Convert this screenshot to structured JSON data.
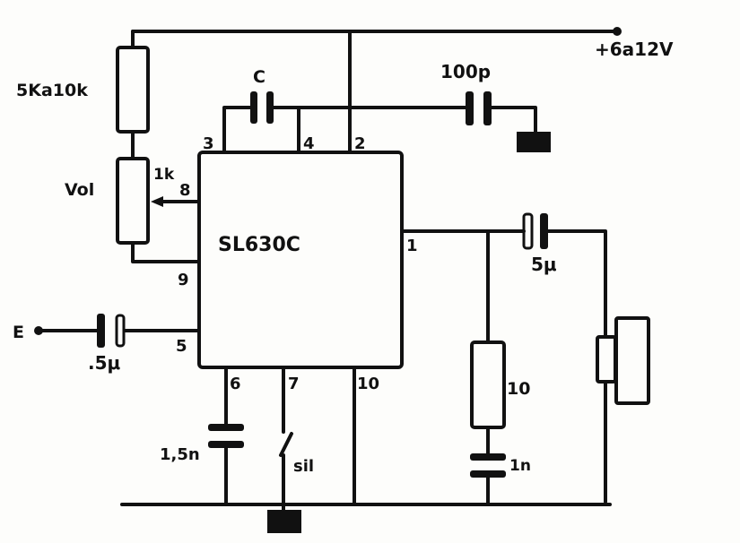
{
  "diagram": {
    "type": "circuit-schematic",
    "ic": {
      "name": "SL630C"
    },
    "supply_label": "+6a12V",
    "input_label": "E",
    "components": {
      "r_top": {
        "value": "5Ka10k"
      },
      "pot": {
        "name": "Vol",
        "value": "1k"
      },
      "cap_c": {
        "value": "C"
      },
      "cap_100p": {
        "value": "100p"
      },
      "cap_out": {
        "value": "5μ"
      },
      "cap_in": {
        "value": ".5μ"
      },
      "r_10": {
        "value": "10"
      },
      "cap_1n": {
        "value": "1n"
      },
      "cap_15n": {
        "value": "1,5n"
      },
      "switch": {
        "value": "sil"
      }
    },
    "pins": {
      "p1": "1",
      "p2": "2",
      "p3": "3",
      "p4": "4",
      "p5": "5",
      "p6": "6",
      "p7": "7",
      "p8": "8",
      "p9": "9",
      "p10": "10"
    },
    "colors": {
      "ink": "#111111",
      "paper": "#fdfdfb"
    }
  }
}
